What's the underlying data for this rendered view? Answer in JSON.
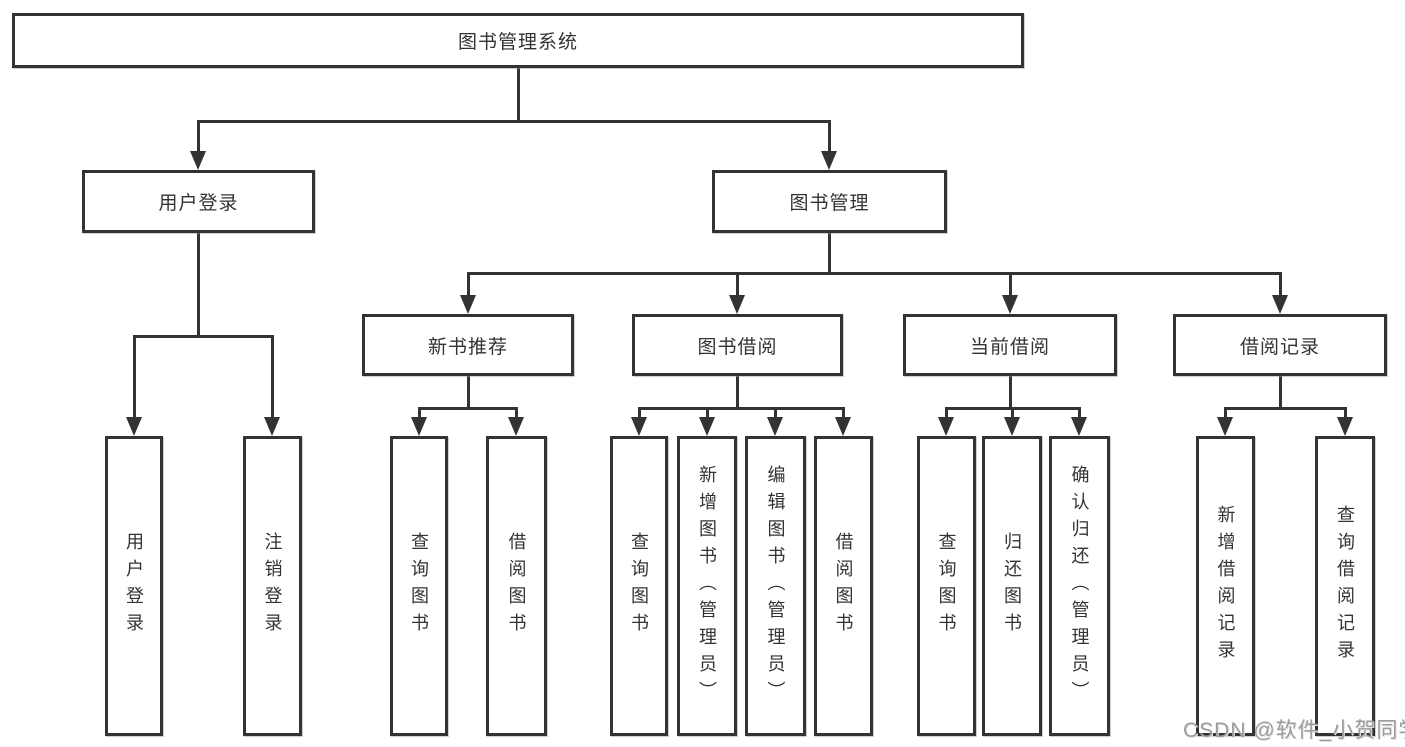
{
  "diagram": {
    "title": "图书管理系统",
    "level2": {
      "user_login": "用户登录",
      "book_mgmt": "图书管理"
    },
    "level3": {
      "new_books": "新书推荐",
      "book_borrow": "图书借阅",
      "current_borrow": "当前借阅",
      "borrow_records": "借阅记录"
    },
    "leaves": {
      "user_login_group": [
        "用户登录",
        "注销登录"
      ],
      "new_books_group": [
        "查询图书",
        "借阅图书"
      ],
      "book_borrow_group": [
        "查询图书",
        "新增图书（管理员）",
        "编辑图书（管理员）",
        "借阅图书"
      ],
      "current_borrow_group": [
        "查询图书",
        "归还图书",
        "确认归还（管理员）"
      ],
      "borrow_records_group": [
        "新增借阅记录",
        "查询借阅记录"
      ]
    }
  },
  "watermark": "CSDN @软件_小贺同学",
  "colors": {
    "line": "#333333",
    "text": "#333333",
    "watermark": "#9c9c9c",
    "background": "#ffffff"
  }
}
